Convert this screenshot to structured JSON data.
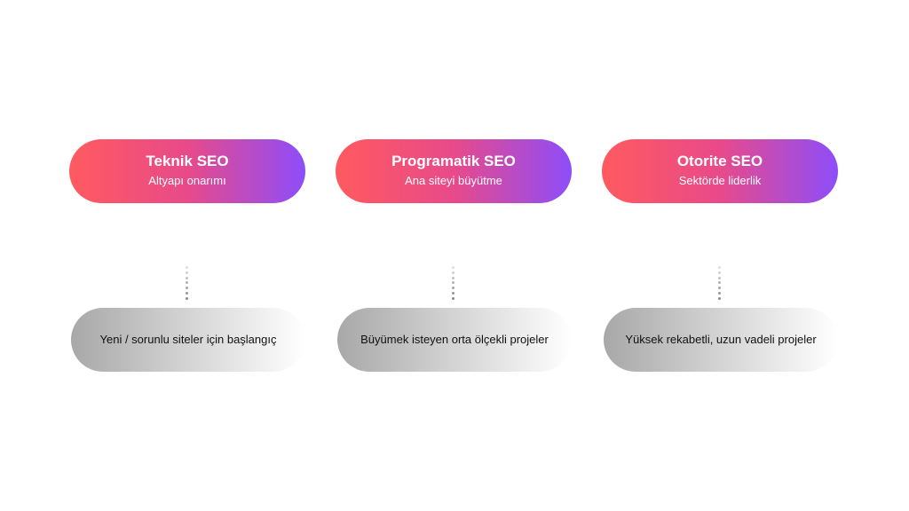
{
  "columns": [
    {
      "title": "Teknik SEO",
      "subtitle": "Altyapı onarımı",
      "target": "Yeni / sorunlu siteler için başlangıç"
    },
    {
      "title": "Programatik SEO",
      "subtitle": "Ana siteyi büyütme",
      "target": "Büyümek isteyen orta ölçekli projeler"
    },
    {
      "title": "Otorite SEO",
      "subtitle": "Sektörde liderlik",
      "target": "Yüksek rekabetli, uzun vadeli projeler"
    }
  ],
  "colors": {
    "gradient_start": "#ff5a5f",
    "gradient_end": "#8d4dfa",
    "grey_start": "#a8a8a8",
    "grey_end": "#ffffff"
  }
}
